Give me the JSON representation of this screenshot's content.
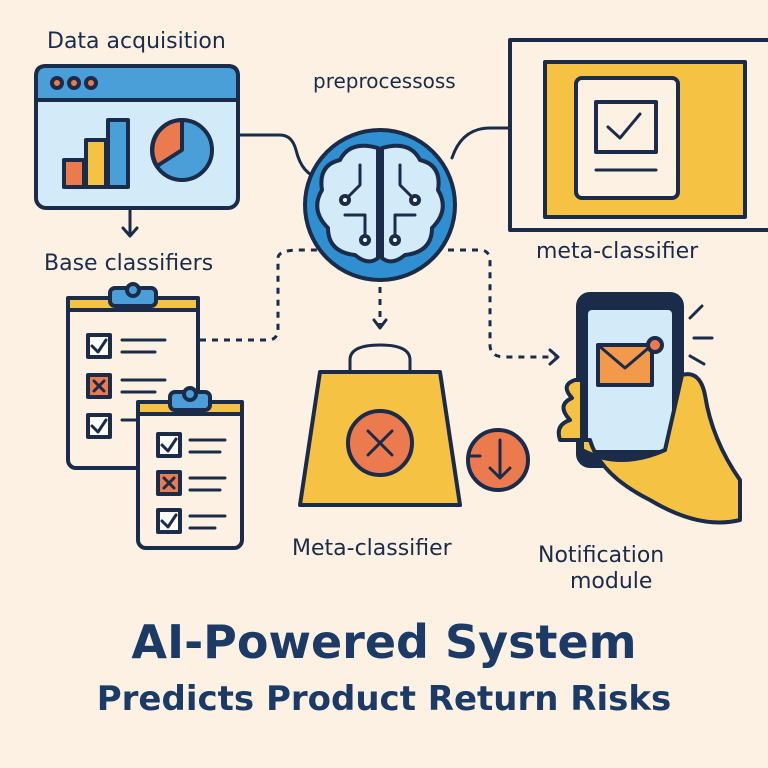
{
  "labels": {
    "data_acquisition": "Data acquisition",
    "preprocessing": "preprocessoss",
    "base_classifiers": "Base classifiers",
    "meta_classifier_top": "meta-classifier",
    "meta_classifier_bottom": "Meta-classifier",
    "notification_line1": "Notification",
    "notification_line2": "module"
  },
  "title": {
    "line1": "AI-Powered System",
    "line2": "Predicts Product Return Risks"
  },
  "colors": {
    "background": "#fdf1e3",
    "navy": "#1b2b4a",
    "yellow": "#f6c244",
    "orange": "#ec7a4f",
    "blue": "#2f8fd0",
    "light_blue": "#d3ebf8"
  }
}
